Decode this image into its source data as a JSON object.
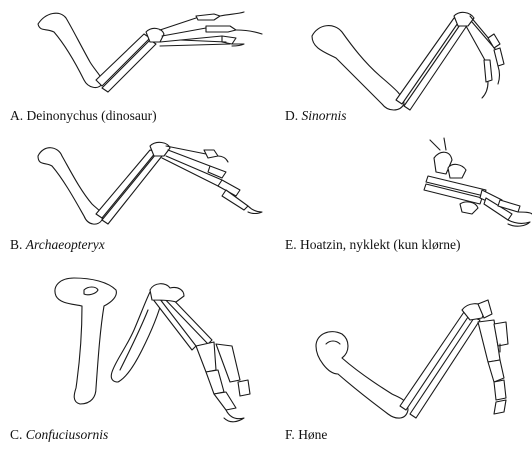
{
  "panels": [
    {
      "letter": "A.",
      "name": "Deinonychus (dinosaur)",
      "name_italic": "",
      "name_suffix": ""
    },
    {
      "letter": "B.",
      "name": "",
      "name_italic": "Archaeopteryx",
      "name_suffix": ""
    },
    {
      "letter": "C.",
      "name": "",
      "name_italic": "Confuciusornis",
      "name_suffix": ""
    },
    {
      "letter": "D.",
      "name": "",
      "name_italic": "Sinornis",
      "name_suffix": ""
    },
    {
      "letter": "E.",
      "name": "Hoatzin, nyklekt (kun klørne)",
      "name_italic": "",
      "name_suffix": ""
    },
    {
      "letter": "F.",
      "name": "Høne",
      "name_italic": "",
      "name_suffix": ""
    }
  ],
  "colors": {
    "line": "#1a1a1a",
    "fill": "#ffffff",
    "background": "#ffffff"
  }
}
